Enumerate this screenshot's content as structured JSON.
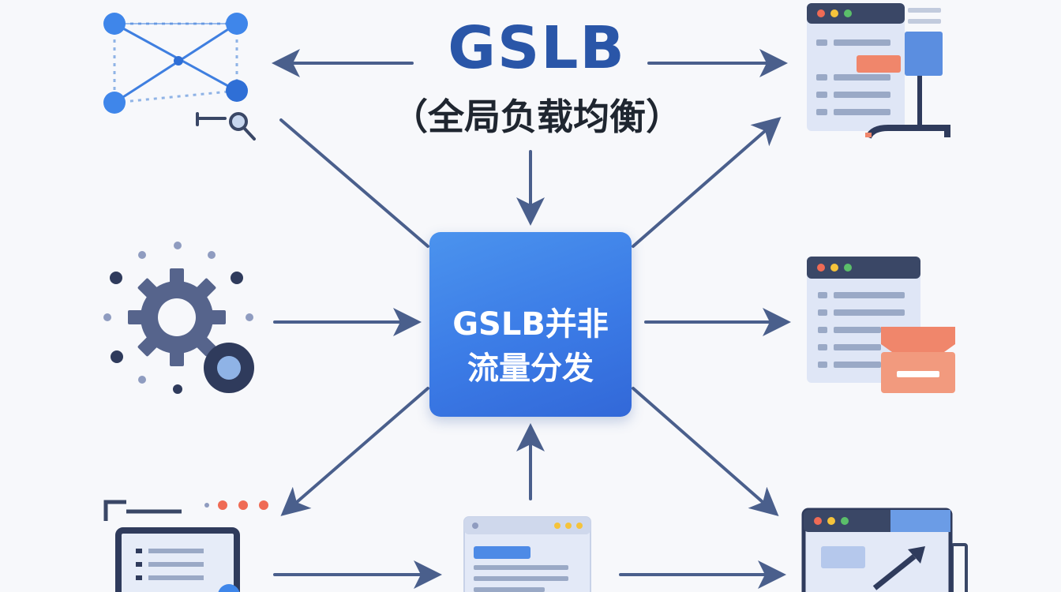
{
  "title": {
    "main": "GSLB",
    "subtitle": "（全局负载均衡）"
  },
  "center": {
    "line1": "GSLB并非",
    "line2": "流量分发"
  },
  "colors": {
    "accent_blue": "#3b7be6",
    "arrow": "#4a5f8c",
    "title_blue": "#2a56a8",
    "coral": "#f0866b",
    "navy": "#2f3b5c"
  },
  "icons": [
    "network-nodes-icon",
    "magnifier-key-icon",
    "gear-settings-icon",
    "browser-window-list-icon",
    "browser-window-card-icon",
    "browser-window-chart-icon",
    "monitor-icon"
  ]
}
